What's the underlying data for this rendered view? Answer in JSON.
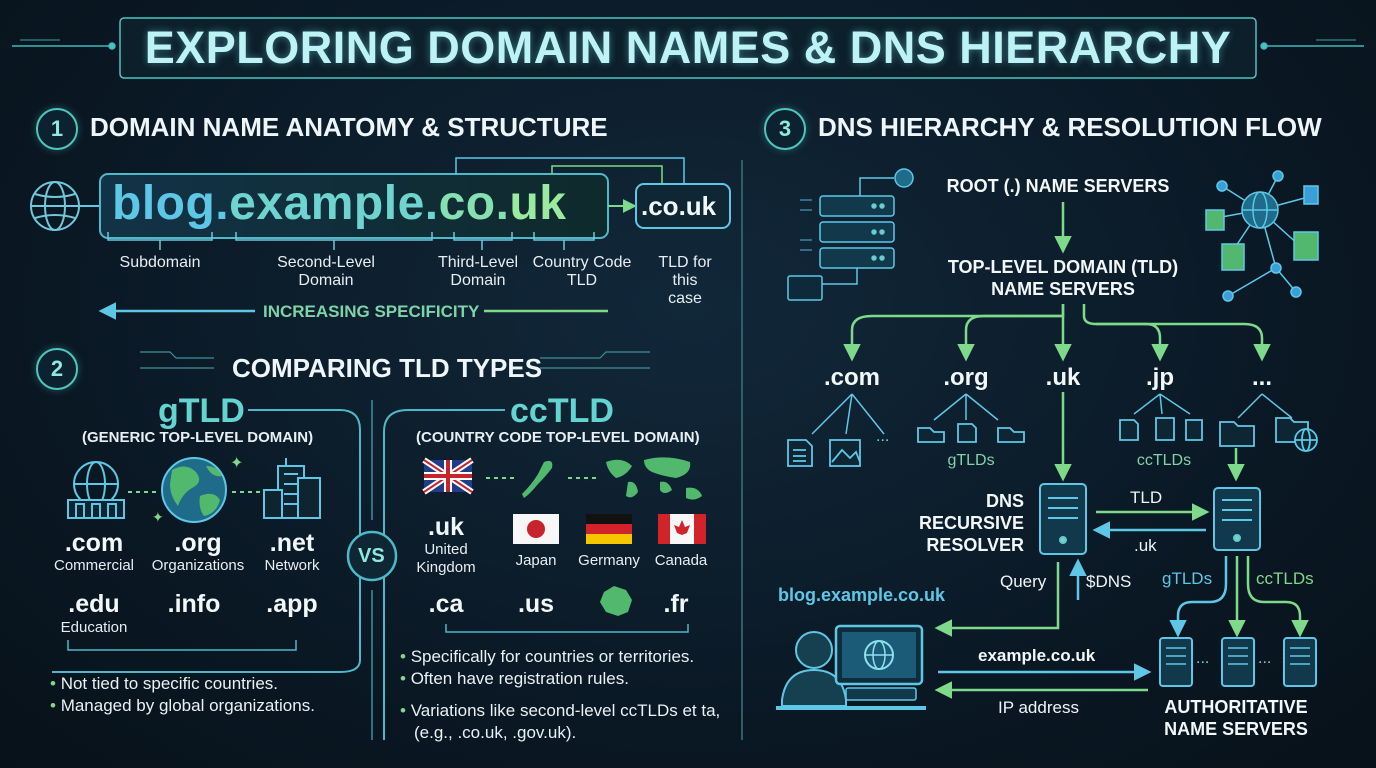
{
  "title": "EXPLORING DOMAIN NAMES & DNS HIERARCHY",
  "colors": {
    "accent_cyan": "#5ec7e6",
    "accent_teal": "#4fc6bd",
    "accent_green": "#7fd98a",
    "background": "#0b1a27"
  },
  "icons": [
    "globe-icon",
    "server-rack-icon",
    "network-globe-icon",
    "document-icon",
    "image-icon",
    "folder-icon",
    "building-icon",
    "earth-icon",
    "user-at-computer-icon",
    "uk-flag-icon",
    "japan-flag-icon",
    "germany-flag-icon",
    "canada-flag-icon",
    "japan-map-icon",
    "world-map-icon",
    "france-map-icon"
  ],
  "section1": {
    "number": "1",
    "title": "DOMAIN NAME ANATOMY & STRUCTURE",
    "domain_parts": [
      "blog",
      ".",
      "example",
      ".",
      "co",
      ".",
      "uk"
    ],
    "tld_box": ".co.uk",
    "labels": [
      {
        "text": "Subdomain"
      },
      {
        "text": "Second-Level Domain"
      },
      {
        "text": "Third-Level Domain"
      },
      {
        "text": "Country Code TLD"
      },
      {
        "text": "TLD for this case"
      }
    ],
    "specificity": "INCREASING SPECIFICITY"
  },
  "section2": {
    "number": "2",
    "title": "COMPARING TLD TYPES",
    "vs": "VS",
    "gtld": {
      "title": "gTLD",
      "subtitle": "(GENERIC TOP-LEVEL DOMAIN)",
      "items": [
        {
          "tld": ".com",
          "desc": "Commercial"
        },
        {
          "tld": ".org",
          "desc": "Organizations"
        },
        {
          "tld": ".net",
          "desc": "Network"
        },
        {
          "tld": ".edu",
          "desc": "Education"
        },
        {
          "tld": ".info",
          "desc": ""
        },
        {
          "tld": ".app",
          "desc": ""
        }
      ],
      "bullets": [
        "Not tied to specific countries.",
        "Managed by global organizations."
      ]
    },
    "cctld": {
      "title": "ccTLD",
      "subtitle": "(COUNTRY CODE TOP-LEVEL DOMAIN)",
      "uk": {
        "tld": ".uk",
        "desc": "United Kingdom"
      },
      "flags": [
        {
          "country": "Japan"
        },
        {
          "country": "Germany"
        },
        {
          "country": "Canada"
        }
      ],
      "more": [
        ".ca",
        ".us",
        ".fr"
      ],
      "bullets": [
        "Specifically for countries or territories.",
        "Often have registration rules.",
        "Variations like second-level ccTLDs et ta, (e.g., .co.uk, .gov.uk)."
      ]
    }
  },
  "section3": {
    "number": "3",
    "title": "DNS HIERARCHY & RESOLUTION FLOW",
    "root": "ROOT (.) NAME SERVERS",
    "tld_servers": "TOP-LEVEL DOMAIN (TLD) NAME SERVERS",
    "tlds": [
      ".com",
      ".org",
      ".uk",
      ".jp",
      "..."
    ],
    "gtlds_label": "gTLDs",
    "cctlds_label": "ccTLDs",
    "resolver": "DNS RECURSIVE RESOLVER",
    "tld_arrow": "TLD",
    "uk_arrow": ".uk",
    "query": "Query",
    "dns_label": "$DNS",
    "gtlds_label2": "gTLDs",
    "cctlds_label2": "ccTLDs",
    "user_query": "blog.example.co.uk",
    "example": "example.co.uk",
    "ip": "IP address",
    "auth": "AUTHORITATIVE NAME SERVERS",
    "dots": "..."
  }
}
